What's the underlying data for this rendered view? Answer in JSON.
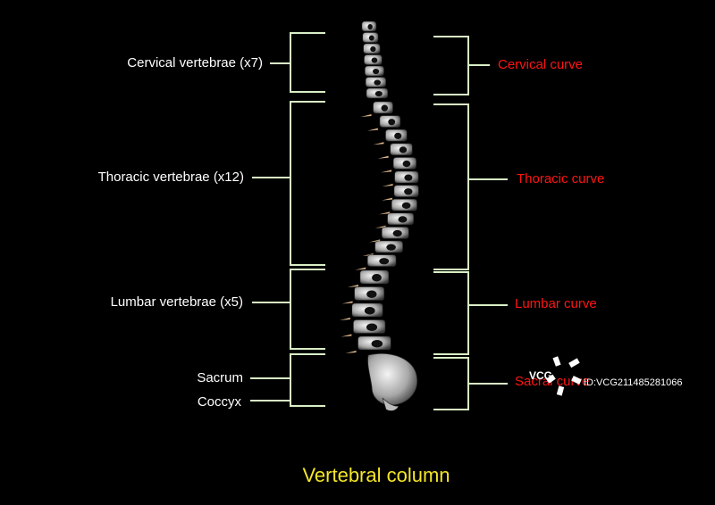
{
  "left_labels": {
    "cervical": "Cervical vertebrae (x7)",
    "thoracic": "Thoracic vertebrae (x12)",
    "lumbar": "Lumbar vertebrae (x5)",
    "sacrum": "Sacrum",
    "coccyx": "Coccyx"
  },
  "right_labels": {
    "cervical": "Cervical curve",
    "thoracic": "Thoracic curve",
    "lumbar": "Lumbar curve",
    "sacral": "Sacral curve"
  },
  "caption": "Vertebral column",
  "watermark": {
    "logo": "VCG",
    "id": "ID:VCG211485281066"
  },
  "colors": {
    "background": "#000000",
    "bracket": "#d9efc6",
    "left_label": "#ffffff",
    "right_label": "#ff1414",
    "caption": "#f5e628",
    "disc": "#f2c89a"
  }
}
